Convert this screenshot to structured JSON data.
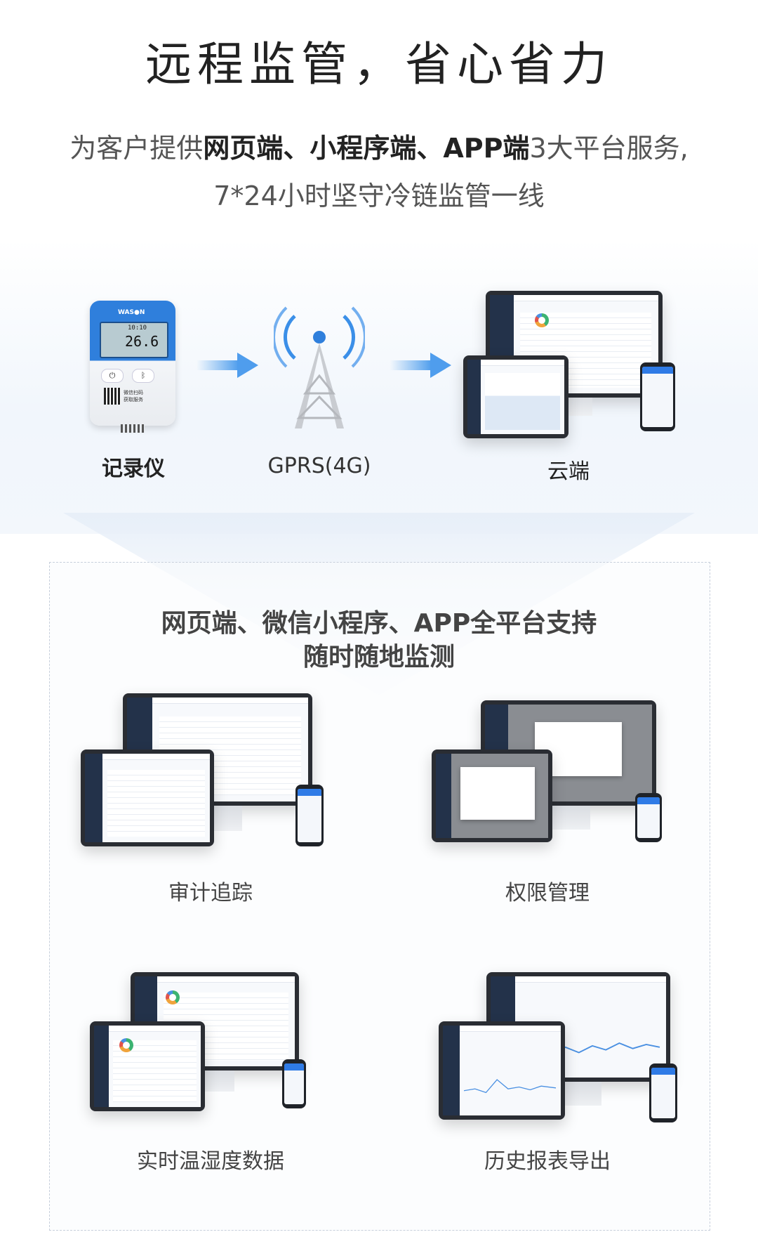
{
  "header": {
    "title": "远程监管，省心省力",
    "subtitle_line1": {
      "p1": "为客户提供",
      "b1": "网页端、小程序端、APP端",
      "p2": "3大平台服务,"
    },
    "subtitle_line2": "7*24小时坚守冷链监管一线"
  },
  "flow": {
    "recorder_label": "记录仪",
    "gprs_label": "GPRS(4G)",
    "cloud_label": "云端",
    "device": {
      "brand": "WAS●N",
      "lcd_time": "10:10",
      "lcd_value": "26.6",
      "qr_text_line1": "微信扫码",
      "qr_text_line2": "获取服务"
    }
  },
  "features": {
    "heading_line1": "网页端、微信小程序、APP全平台支持",
    "heading_line2": "随时随地监测",
    "items": [
      {
        "label": "审计追踪"
      },
      {
        "label": "权限管理"
      },
      {
        "label": "实时温湿度数据"
      },
      {
        "label": "历史报表导出"
      }
    ]
  },
  "colors": {
    "accent_blue": "#3b8fe8",
    "device_blue": "#2f7fdc",
    "arrow_blue": "#5aa6ee"
  }
}
